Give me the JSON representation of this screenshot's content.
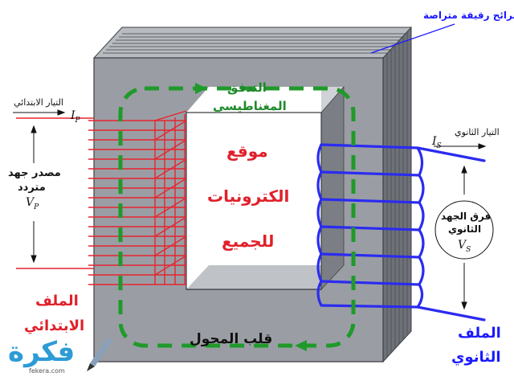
{
  "labels": {
    "laminations": "شرائح رقيقة متراصة",
    "flux_line1": "التدفق",
    "flux_line2": "المغناطيسي",
    "primary_current": "التيار الابتدائي",
    "secondary_current": "التيار الثانوي",
    "source_line1": "مصدر جهد",
    "source_line2": "متردد",
    "pd_line1": "فرق الجهد",
    "pd_line2": "الثانوي",
    "site_line1": "موقع",
    "site_line2": "الكترونيات",
    "site_line3": "للجميع",
    "core": "قلب المحول",
    "primary_coil_line1": "الملف",
    "primary_coil_line2": "الابتدائي",
    "secondary_coil_line1": "الملف",
    "secondary_coil_line2": "الثانوي"
  },
  "symbols": {
    "ip": "I",
    "ip_sub": "P",
    "is": "I",
    "is_sub": "S",
    "vp": "V",
    "vp_sub": "P",
    "vs": "V",
    "vs_sub": "S"
  },
  "logo": {
    "text": "فكرة",
    "sub": "fekera.com"
  },
  "colors": {
    "core_front": "#9a9ea4",
    "core_side": "#6e7278",
    "core_top": "#b8bcc1",
    "primary_coil": "#e8242e",
    "secondary_coil": "#2b2bf0",
    "flux": "#1f9a2a"
  },
  "icons": [
    "pencil-icon"
  ]
}
